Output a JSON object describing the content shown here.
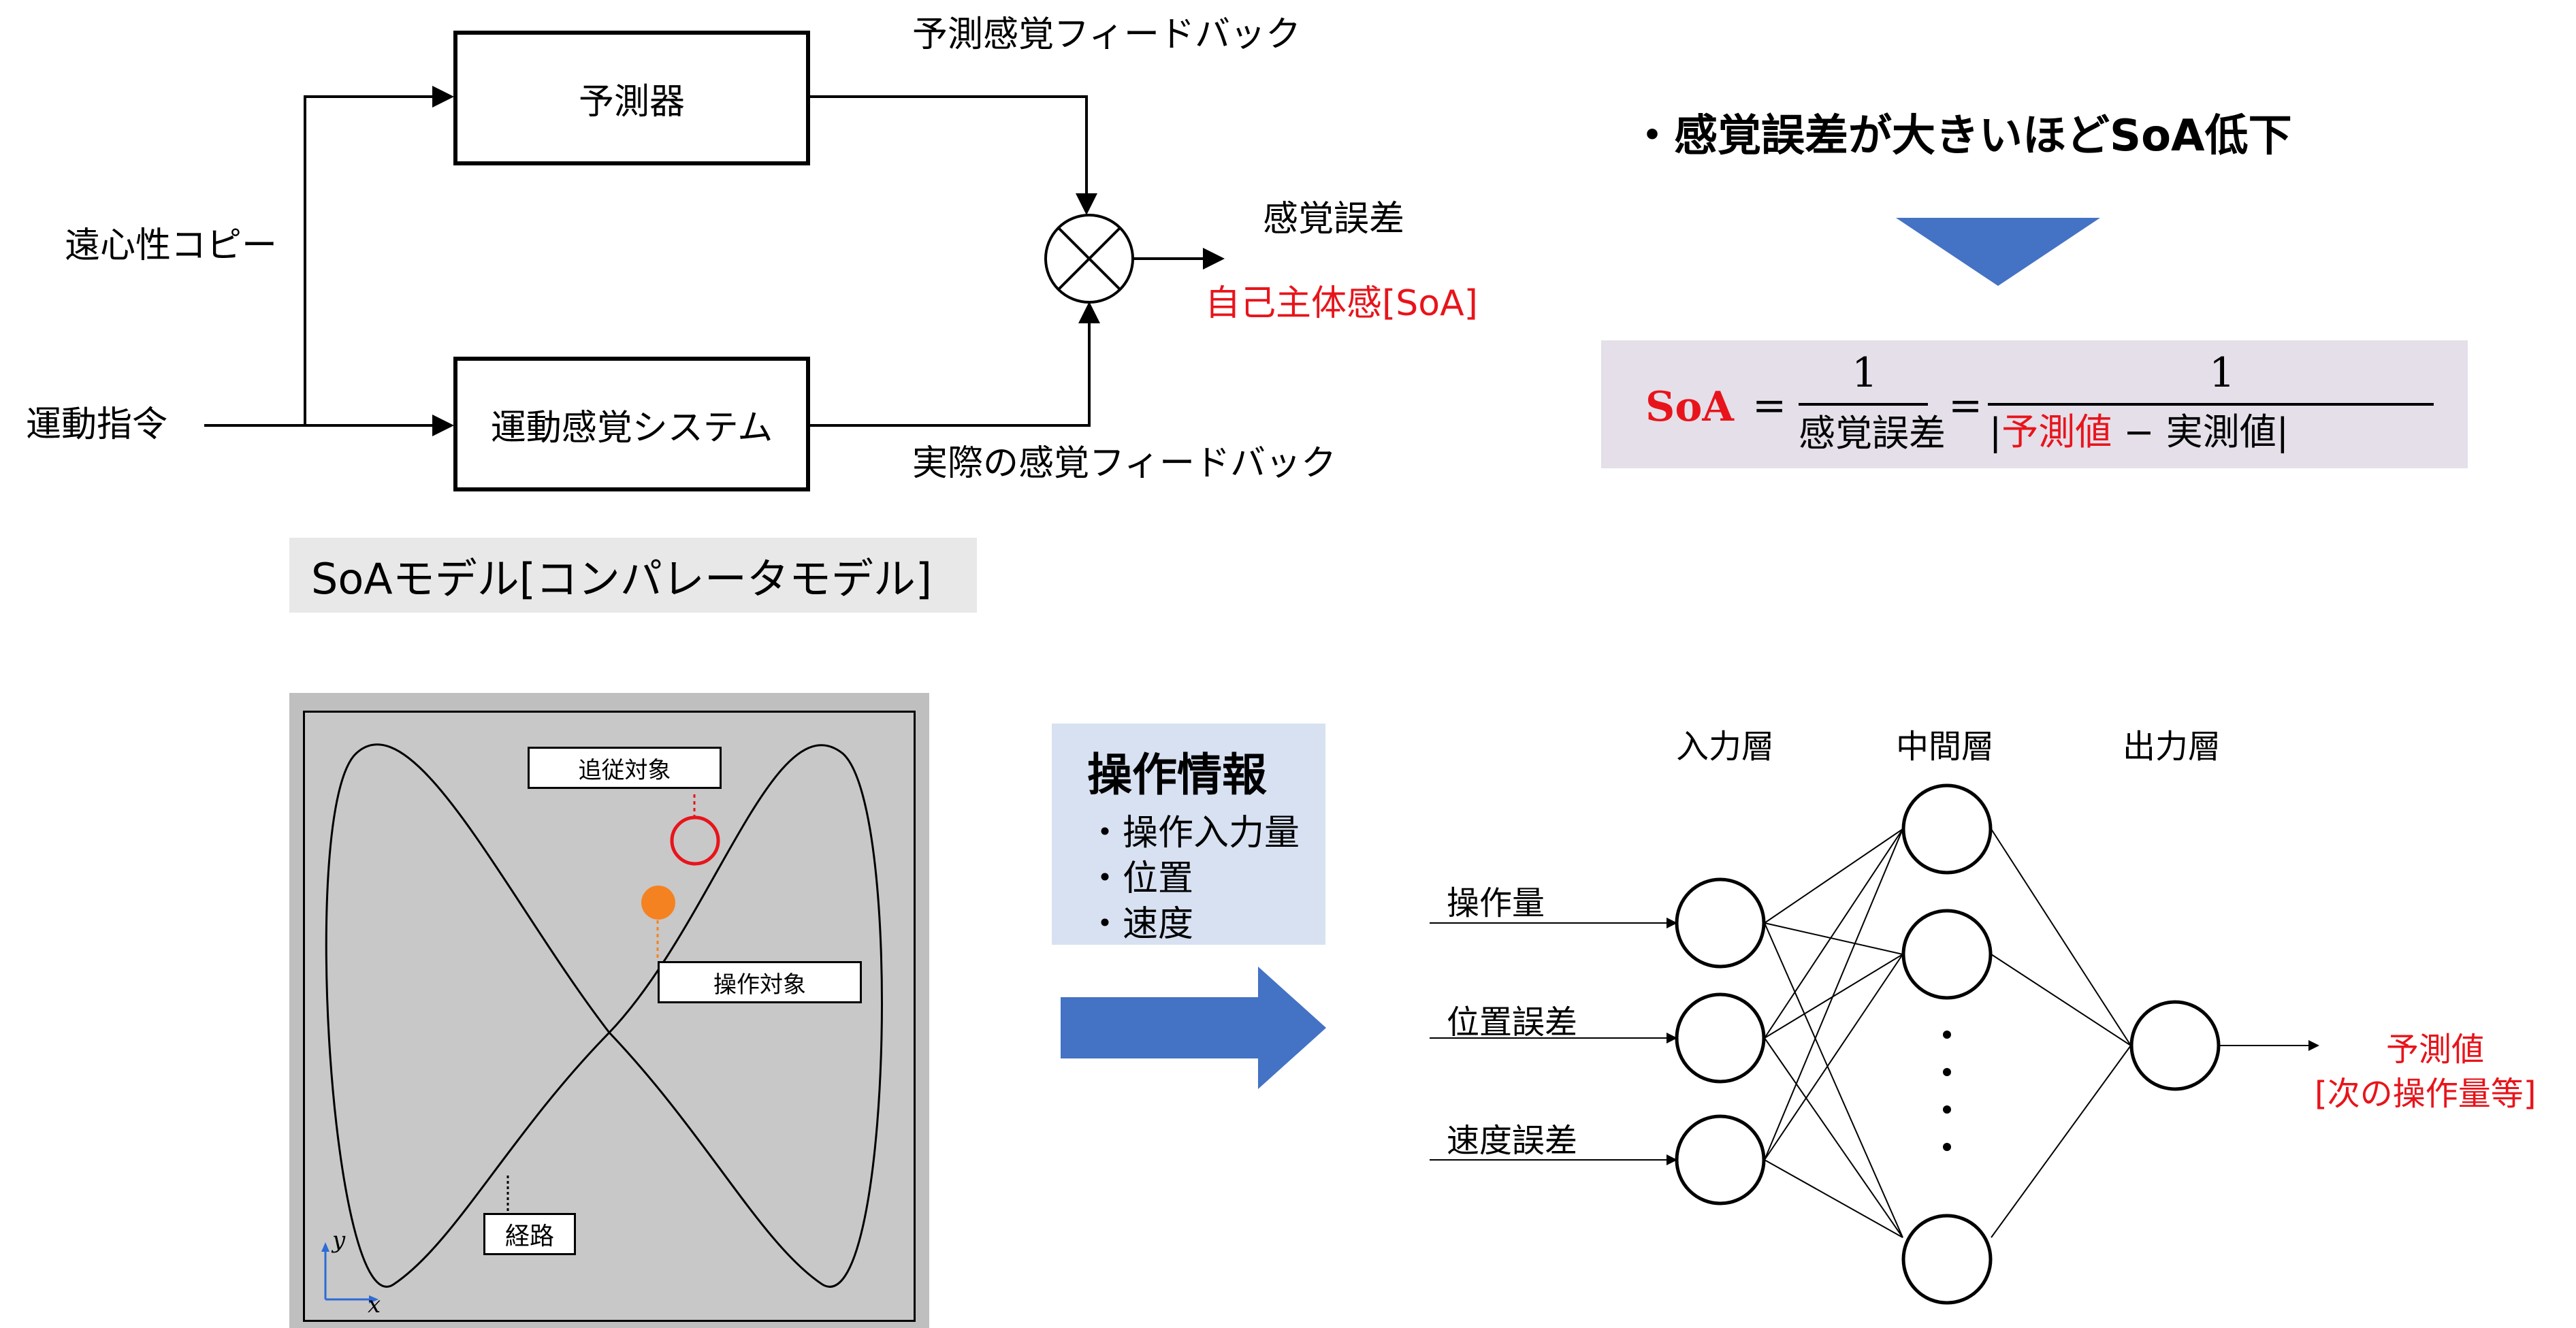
{
  "comparator_model": {
    "predictor_label": "予測器",
    "plant_label": "運動感覚システム",
    "efference_copy_label": "遠心性コピー",
    "motor_command_label": "運動指令",
    "predicted_feedback_label": "予測感覚フィードバック",
    "actual_feedback_label": "実際の感覚フィードバック",
    "sensory_error_label": "感覚誤差",
    "soa_label": "自己主体感[SoA]",
    "caption": "SoAモデル[コンパレータモデル]"
  },
  "soa_relation": {
    "heading": "・感覚誤差が大きいほどSoA低下",
    "arrow_color": "#4472c4",
    "formula": {
      "lhs": "SoA",
      "equals1": "=",
      "num1": "1",
      "den1": "感覚誤差",
      "equals2": "=",
      "num2": "1",
      "den2_open": "|",
      "den2_pred": "予測値",
      "den2_minus": " − ",
      "den2_actual": "実測値",
      "den2_close": "|"
    }
  },
  "tracking_task": {
    "target_label": "追従対象",
    "controlled_label": "操作対象",
    "path_label": "経路",
    "axis_y": "y",
    "axis_x": "x",
    "target_color": "#e8141b",
    "controlled_color": "#f58220"
  },
  "operation_info": {
    "title": "操作情報",
    "items": [
      "・操作入力量",
      "・位置",
      "・速度"
    ],
    "arrow_color": "#4472c4"
  },
  "neural_network": {
    "layer_labels": [
      "入力層",
      "中間層",
      "出力層"
    ],
    "inputs": [
      "操作量",
      "位置誤差",
      "速度誤差"
    ],
    "ellipsis": "・",
    "output_line1": "予測値",
    "output_line2": "[次の操作量等]"
  }
}
